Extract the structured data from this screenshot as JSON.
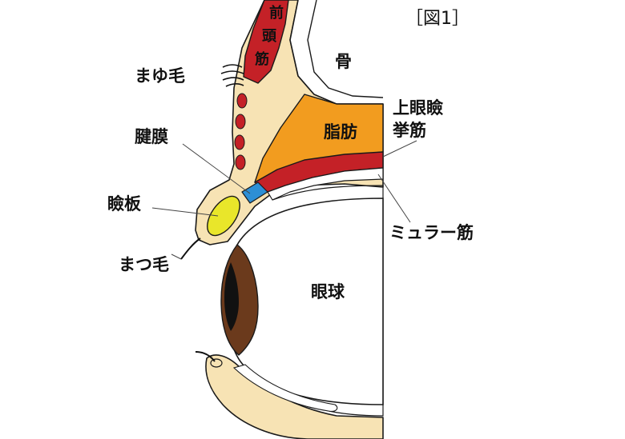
{
  "figure": {
    "number_label": "［図1］"
  },
  "labels": {
    "frontalis": [
      "前",
      "頭",
      "筋"
    ],
    "bone": "骨",
    "eyebrow": "まゆ毛",
    "levator_line1": "上眼瞼",
    "levator_line2": "挙筋",
    "fat": "脂肪",
    "tendon": "腱膜",
    "tarsus": "瞼板",
    "muller": "ミュラー筋",
    "eyelash": "まつ毛",
    "eyeball": "眼球"
  },
  "colors": {
    "skin": "#f7e3b4",
    "outline": "#1a1a1a",
    "muscle_red": "#c42127",
    "fat_orange": "#f29c1f",
    "tendon_blue": "#2d8fd5",
    "tarsus_yellow": "#e9e62a",
    "iris_brown": "#6b3a1c",
    "pupil_black": "#111111",
    "bone_white": "#ffffff"
  }
}
